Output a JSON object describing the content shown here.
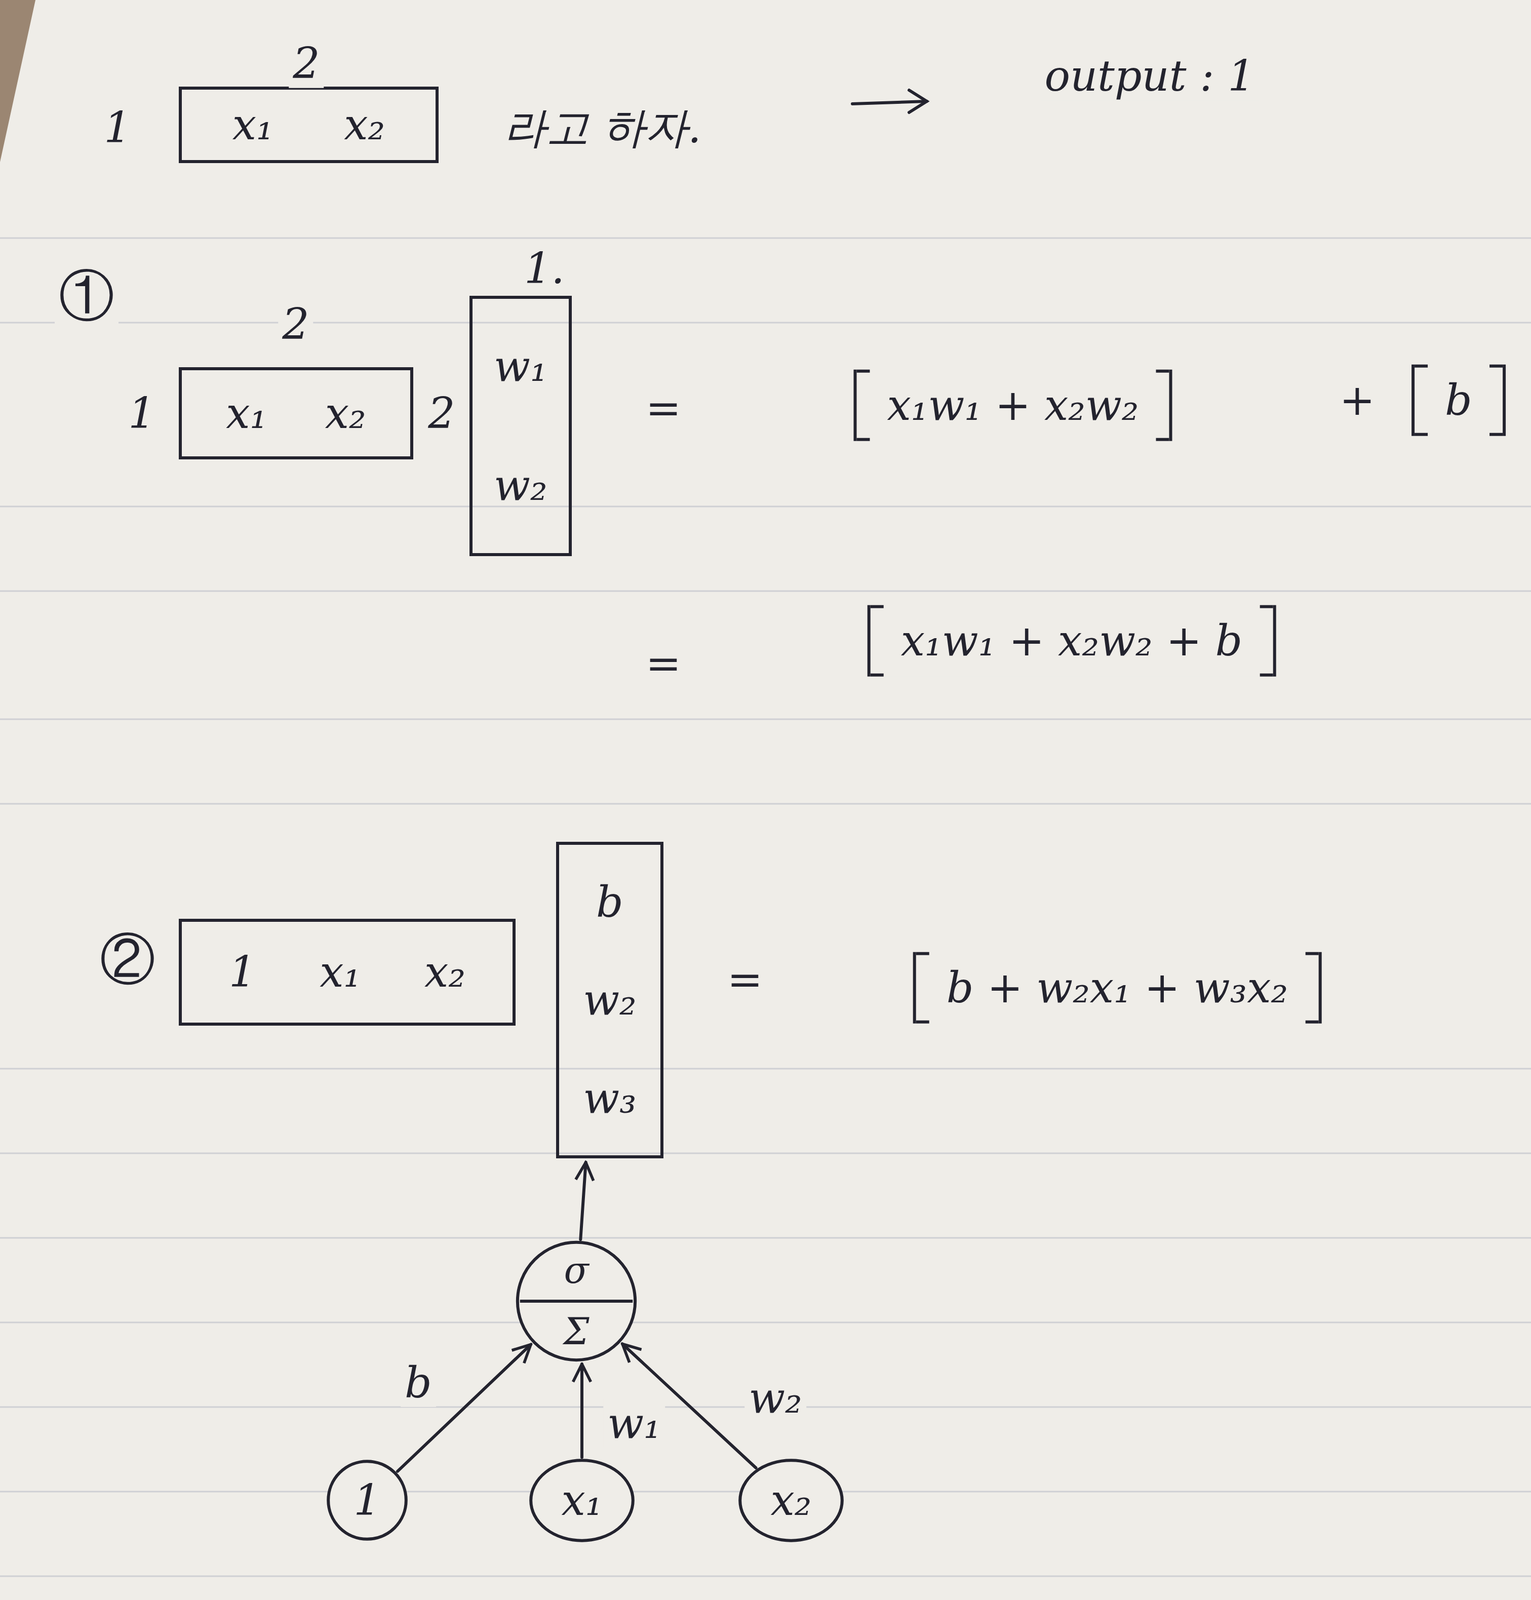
{
  "diagram": {
    "nodes": [
      {
        "text": [
          "x₁",
          "x₂"
        ]
      },
      {
        "text": [
          "x₁",
          "x₂"
        ]
      },
      {
        "text": [
          "w₁",
          "w₂"
        ]
      },
      {
        "text": [
          "1",
          "x₁",
          "x₂"
        ]
      },
      {
        "text": [
          "b",
          "w₂",
          "w₃"
        ]
      },
      {
        "text": [
          "σ",
          "Σ"
        ]
      },
      {
        "text": [
          "1"
        ]
      },
      {
        "text": [
          "x₁"
        ]
      },
      {
        "text": [
          "x₂"
        ]
      }
    ],
    "edges": [
      {
        "from": 6,
        "to": 5,
        "arrow": "to",
        "label": "b"
      },
      {
        "from": 7,
        "to": 5,
        "arrow": "to",
        "label": "w₁"
      },
      {
        "from": 8,
        "to": 5,
        "arrow": "to",
        "label": "w₂"
      },
      {
        "from": 5,
        "to": 4,
        "arrow": "to"
      }
    ],
    "labels": [
      "1",
      "2",
      "라고 하자.",
      "output : 1",
      "①",
      "2",
      "1",
      "2",
      "1.",
      "=",
      "x₁w₁ + x₂w₂",
      "+",
      "b",
      "=",
      "x₁w₁ + x₂w₂ + b",
      "②",
      "=",
      "b + w₂x₁ + w₃x₂"
    ]
  }
}
